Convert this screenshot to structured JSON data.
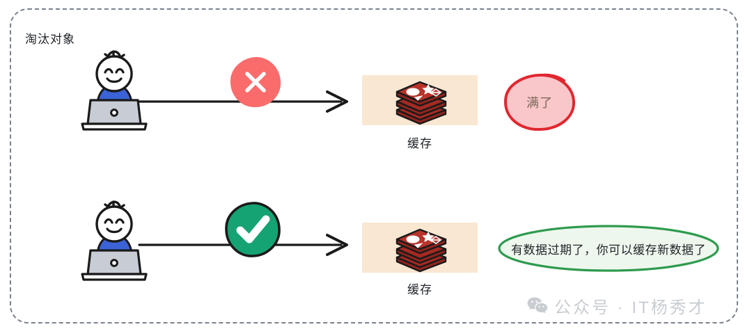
{
  "diagram": {
    "section_label": "淘汰对象",
    "frame": {
      "border_color": "#79818e",
      "style": "dashed-rounded"
    },
    "rows": [
      {
        "id": "row-blocked",
        "actor": {
          "name": "person-at-laptop",
          "shirt_color": "#3b62d6",
          "laptop_color": "#c8ccd4"
        },
        "status_badge": {
          "icon": "cross-icon",
          "label": "✕",
          "fill": "#fa6b6b",
          "glyph_color": "#ffffff"
        },
        "arrow": {
          "name": "arrow-right",
          "color": "#1a1a1a"
        },
        "target": {
          "icon": "redis-stack-icon",
          "label": "缓存",
          "box_fill": "#fae7d2",
          "stack_color": "#a52a22"
        },
        "bubble": {
          "text": "满了",
          "fill": "#f9c6ca",
          "stroke": "#e0272f",
          "text_color": "#7d6a58"
        }
      },
      {
        "id": "row-allowed",
        "actor": {
          "name": "person-at-laptop",
          "shirt_color": "#3b62d6",
          "laptop_color": "#c8ccd4"
        },
        "status_badge": {
          "icon": "check-icon",
          "label": "✓",
          "fill": "#16a373",
          "glyph_color": "#ffffff"
        },
        "arrow": {
          "name": "arrow-right",
          "color": "#1a1a1a"
        },
        "target": {
          "icon": "redis-stack-icon",
          "label": "缓存",
          "box_fill": "#fae7d2",
          "stack_color": "#a52a22"
        },
        "bubble": {
          "text": "有数据过期了，你可以缓存新数据了",
          "fill": "#eef7ee",
          "stroke": "#2e9b4e",
          "text_color": "#1f2328"
        }
      }
    ],
    "watermark": {
      "icon": "wechat-icon",
      "text": "公众号 · IT杨秀才",
      "color": "#c9cdd2"
    }
  }
}
